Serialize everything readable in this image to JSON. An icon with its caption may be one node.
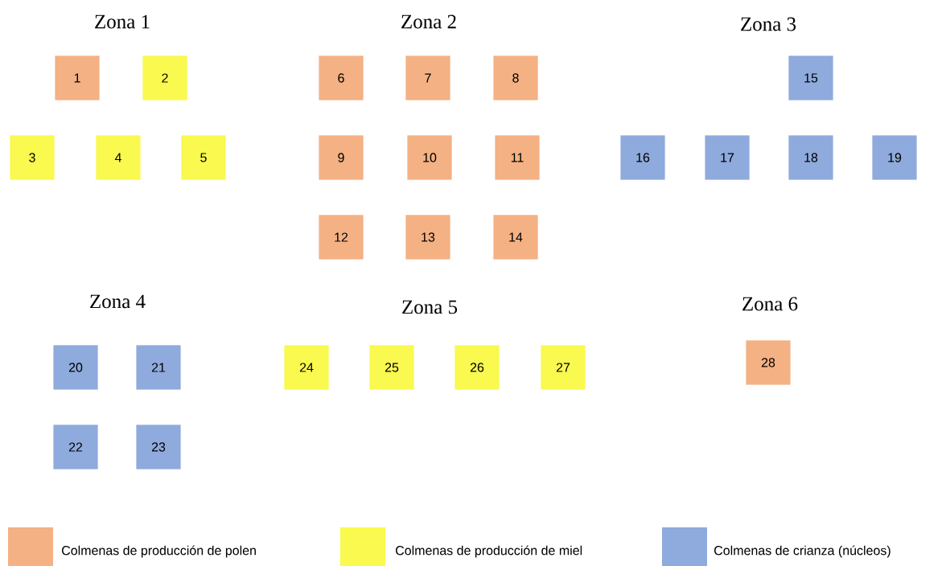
{
  "diagram": {
    "nodes": [
      {
        "text": [
          "1"
        ]
      },
      {
        "text": [
          "2"
        ]
      },
      {
        "text": [
          "3"
        ]
      },
      {
        "text": [
          "4"
        ]
      },
      {
        "text": [
          "5"
        ]
      },
      {
        "text": [
          "6"
        ]
      },
      {
        "text": [
          "7"
        ]
      },
      {
        "text": [
          "8"
        ]
      },
      {
        "text": [
          "9"
        ]
      },
      {
        "text": [
          "10"
        ]
      },
      {
        "text": [
          "11"
        ]
      },
      {
        "text": [
          "12"
        ]
      },
      {
        "text": [
          "13"
        ]
      },
      {
        "text": [
          "14"
        ]
      },
      {
        "text": [
          "15"
        ]
      },
      {
        "text": [
          "16"
        ]
      },
      {
        "text": [
          "17"
        ]
      },
      {
        "text": [
          "18"
        ]
      },
      {
        "text": [
          "19"
        ]
      },
      {
        "text": [
          "20"
        ]
      },
      {
        "text": [
          "21"
        ]
      },
      {
        "text": [
          "22"
        ]
      },
      {
        "text": [
          "23"
        ]
      },
      {
        "text": [
          "24"
        ]
      },
      {
        "text": [
          "25"
        ]
      },
      {
        "text": [
          "26"
        ]
      },
      {
        "text": [
          "27"
        ]
      },
      {
        "text": [
          "28"
        ]
      }
    ],
    "labels": [
      "Zona 1",
      "Zona 2",
      "Zona 3",
      "Zona 4",
      "Zona 5",
      "Zona 6"
    ],
    "legend": [
      {
        "text": "Colmenas de producción de polen",
        "color": "#f4b183"
      },
      {
        "text": "Colmenas de producción de miel",
        "color": "#f9f94f"
      },
      {
        "text": "Colmenas de crianza (núcleos)",
        "color": "#8faadc"
      }
    ]
  }
}
